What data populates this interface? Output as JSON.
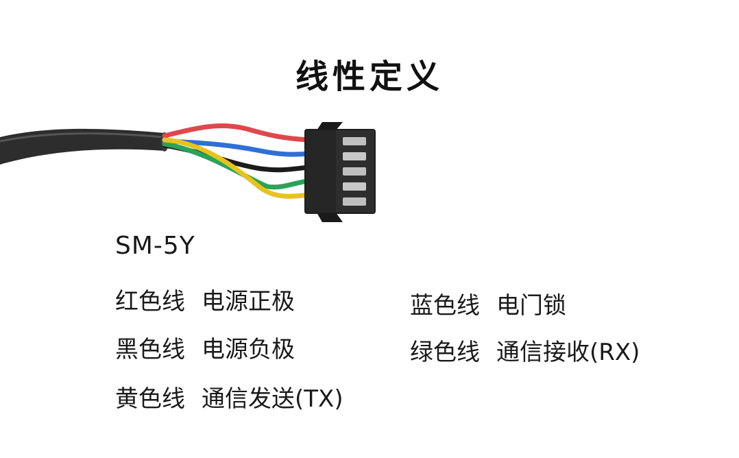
{
  "title": "线性定义",
  "model": "SM-5Y",
  "wires_left": [
    {
      "color_name": "红色线",
      "function": "电源正极",
      "color": "#e0474c"
    },
    {
      "color_name": "黑色线",
      "function": "电源负极",
      "color": "#2b2b2b"
    },
    {
      "color_name": "黄色线",
      "function": "通信发送(TX)",
      "color": "#e8c21e"
    }
  ],
  "wires_right": [
    {
      "color_name": "蓝色线",
      "function": "电门锁",
      "color": "#2f6fd6"
    },
    {
      "color_name": "绿色线",
      "function": "通信接收(RX)",
      "color": "#2aa35a"
    }
  ]
}
